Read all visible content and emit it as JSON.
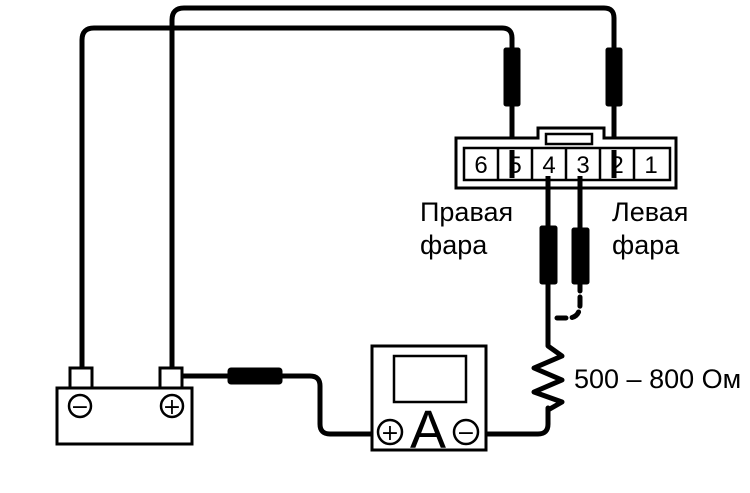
{
  "connector": {
    "pins": [
      "6",
      "5",
      "4",
      "3",
      "2",
      "1"
    ]
  },
  "labels": {
    "right_headlight_line1": "Правая",
    "right_headlight_line2": "фара",
    "left_headlight_line1": "Левая",
    "left_headlight_line2": "фара",
    "resistance": "500 – 800 Ом"
  },
  "battery": {
    "negative_symbol": "−",
    "positive_symbol": "+"
  },
  "ammeter": {
    "symbol": "A",
    "positive_symbol": "+",
    "negative_symbol": "−"
  },
  "icons": [
    "battery-icon",
    "ammeter-icon",
    "resistor-icon",
    "connector-icon",
    "fuse-link-icon"
  ]
}
